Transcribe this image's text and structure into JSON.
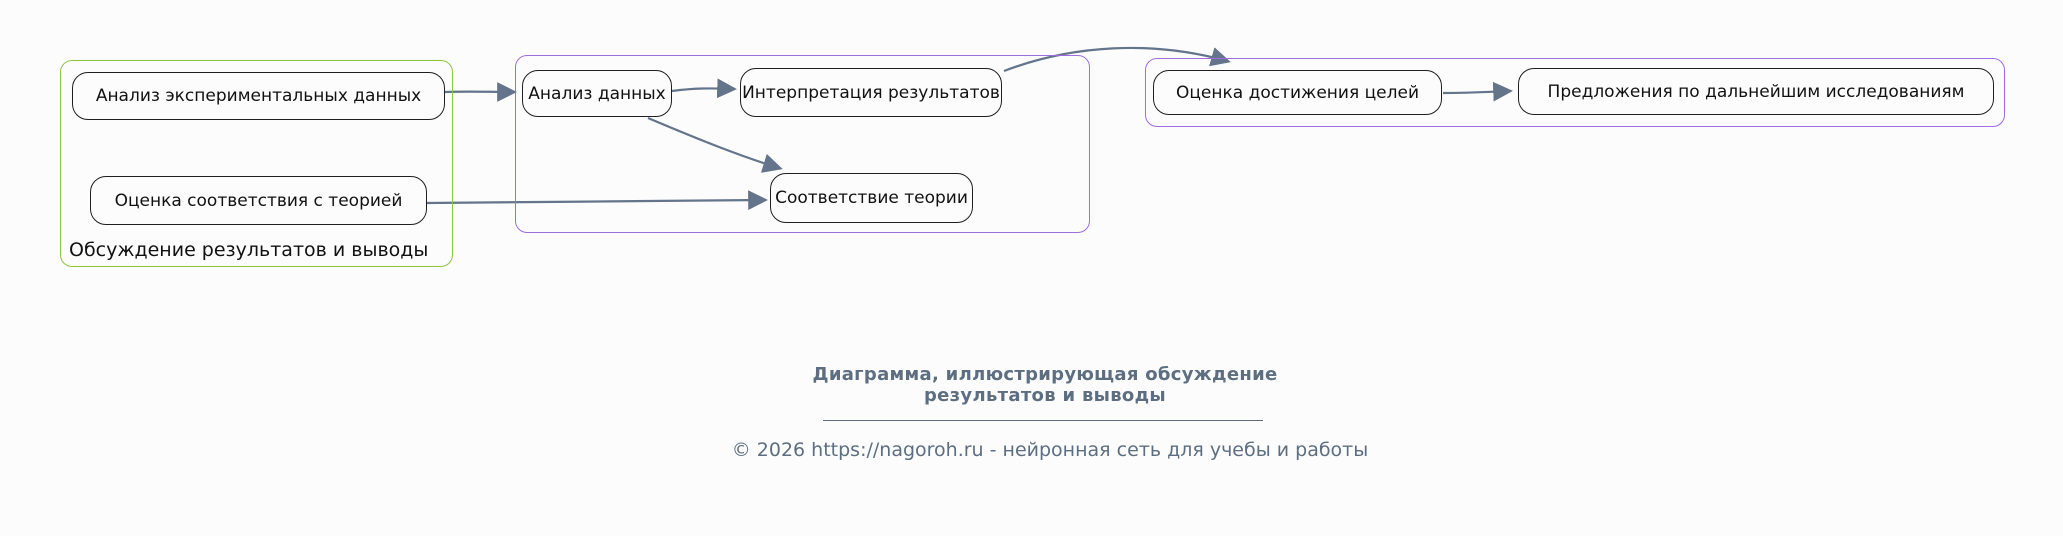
{
  "page": {
    "background": "#fcfcfd"
  },
  "diagram": {
    "clusters": [
      {
        "id": "discussion",
        "label": "Обсуждение результатов и выводы",
        "border_color": "#8fc440",
        "nodes": [
          {
            "label": "Анализ экспериментальных данных"
          },
          {
            "label": "Оценка соответствия с теорией"
          }
        ]
      },
      {
        "id": "analysis",
        "label": "",
        "border_color": "#a06ce0",
        "nodes": [
          {
            "label": "Анализ данных"
          },
          {
            "label": "Интерпретация результатов"
          },
          {
            "label": "Соответствие теории"
          }
        ]
      },
      {
        "id": "evaluation",
        "label": "",
        "border_color": "#a06ce0",
        "nodes": [
          {
            "label": "Оценка достижения целей"
          },
          {
            "label": "Предложения по дальнейшим исследованиям"
          }
        ]
      }
    ],
    "edges": [
      {
        "from": "Анализ экспериментальных данных",
        "to": "Анализ данных"
      },
      {
        "from": "Оценка соответствия с теорией",
        "to": "Соответствие теории"
      },
      {
        "from": "Анализ данных",
        "to": "Интерпретация результатов"
      },
      {
        "from": "Анализ данных",
        "to": "Соответствие теории"
      },
      {
        "from": "Интерпретация результатов",
        "to": "Оценка достижения целей"
      },
      {
        "from": "Оценка достижения целей",
        "to": "Предложения по дальнейшим исследованиям"
      }
    ]
  },
  "caption": {
    "line1": "Диаграмма, иллюстрирующая обсуждение",
    "line2": "результатов и выводы"
  },
  "footer": {
    "copyright": "© 2026 https://nagoroh.ru - нейронная сеть для учебы и работы"
  },
  "colors": {
    "background": "#fcfcfd",
    "cluster-green": "#8fc440",
    "cluster-purple": "#a06ce0",
    "arrow": "#64748b",
    "node-border": "#1f1f1f",
    "node-text": "#111111",
    "footer-text": "#5d6e80"
  }
}
